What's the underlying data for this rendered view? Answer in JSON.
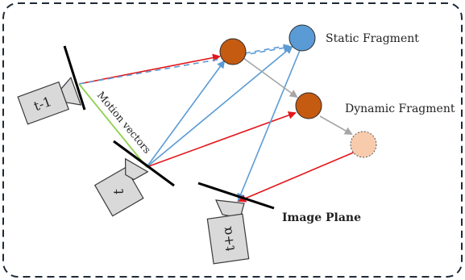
{
  "labels": {
    "static_fragment": "Static Fragment",
    "dynamic_fragment": "Dynamic Fragment",
    "image_plane": "Image Plane",
    "motion_vectors": "Motion vectors",
    "camera_prev": "t-1",
    "camera_curr": "t",
    "camera_next": "t+α"
  },
  "colors": {
    "border": "#1f2a36",
    "camera_fill": "#d9d9d9",
    "camera_stroke": "#3a3a3a",
    "image_plane": "#000000",
    "red_ray": "#e3161b",
    "blue_ray": "#5b9bd5",
    "gray_arrow": "#a6a6a6",
    "motion_vector": "#8fd14f",
    "fragment_orange": "#c55a11",
    "fragment_blue": "#5b9bd5",
    "fragment_dynamic": "#f8cbad"
  }
}
